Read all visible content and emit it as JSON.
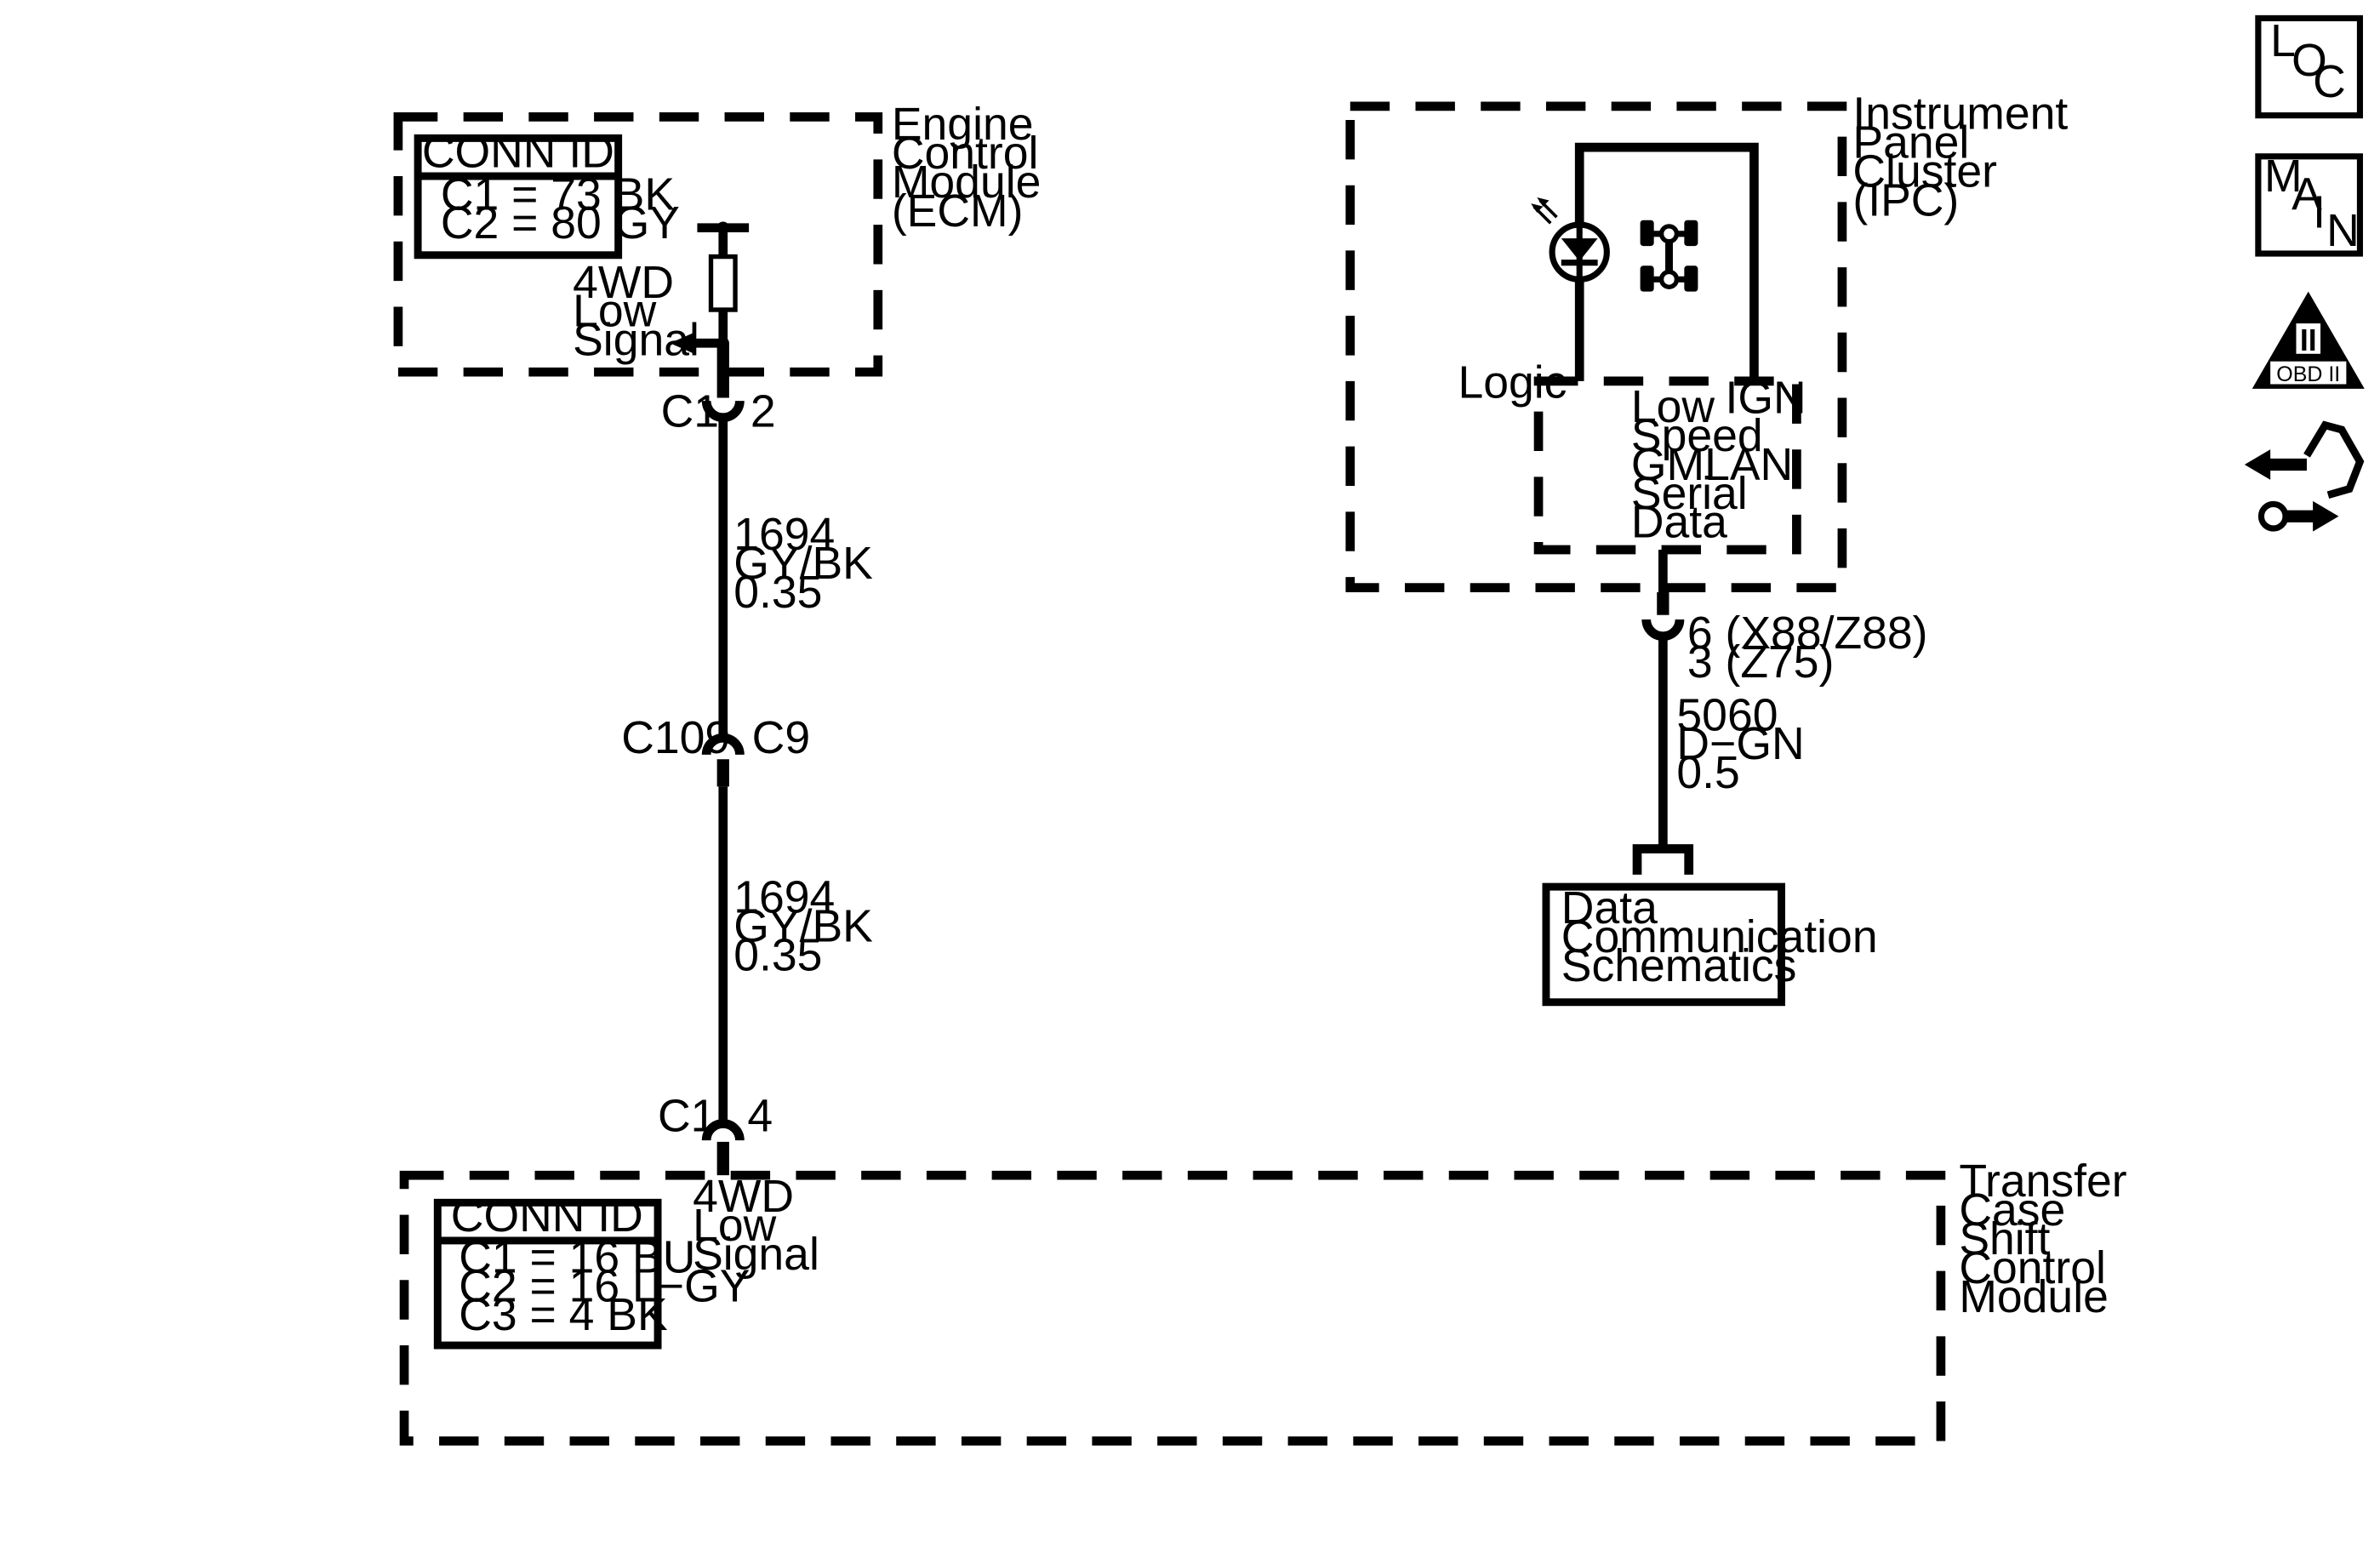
{
  "ecm": {
    "label_lines": [
      "Engine",
      "Control",
      "Module",
      "(ECM)"
    ],
    "conn_id": {
      "title": "CONN ID",
      "lines": [
        "C1 = 73 BK",
        "C2 = 80 GY"
      ]
    },
    "signal_lines": [
      "4WD",
      "Low",
      "Signal"
    ],
    "connector": {
      "name": "C1",
      "pin": "2"
    }
  },
  "wire_upper": {
    "lines": [
      "1694",
      "GY/BK",
      "0.35"
    ]
  },
  "inline_connector": {
    "left": "C109",
    "right": "C9"
  },
  "wire_lower": {
    "lines": [
      "1694",
      "GY/BK",
      "0.35"
    ]
  },
  "tcscm": {
    "connector": {
      "name": "C1",
      "pin": "4"
    },
    "signal_lines": [
      "4WD",
      "Low",
      "Signal"
    ],
    "conn_id": {
      "title": "CONN ID",
      "lines": [
        "C1 = 16 BU",
        "C2 = 16 L−GY",
        "C3 = 4 BK"
      ]
    },
    "label_lines": [
      "Transfer",
      "Case",
      "Shift",
      "Control",
      "Module"
    ]
  },
  "ipc": {
    "label_lines": [
      "Instrument",
      "Panel",
      "Cluster",
      "(IPC)"
    ],
    "logic_label": "Logic",
    "ign_label": "IGN",
    "serial_lines": [
      "Low",
      "Speed",
      "GMLAN",
      "Serial",
      "Data"
    ],
    "pin_lines": [
      "6 (X88/Z88)",
      "3 (Z75)"
    ],
    "indicator_icon": "4wd-low-indicator-icon",
    "bulb_icon": "led-bulb-icon"
  },
  "wire_data": {
    "lines": [
      "5060",
      "D−GN",
      "0.5"
    ]
  },
  "data_comm": {
    "lines": [
      "Data",
      "Communication",
      "Schematics"
    ]
  },
  "nav": {
    "loc": {
      "l": "L",
      "o": "O",
      "c": "C"
    },
    "main": {
      "m": "M",
      "a": "A",
      "i": "I",
      "n": "N"
    },
    "obd": {
      "numeral": "II",
      "label": "OBD II"
    },
    "icon": "hand-arrows-icon"
  }
}
